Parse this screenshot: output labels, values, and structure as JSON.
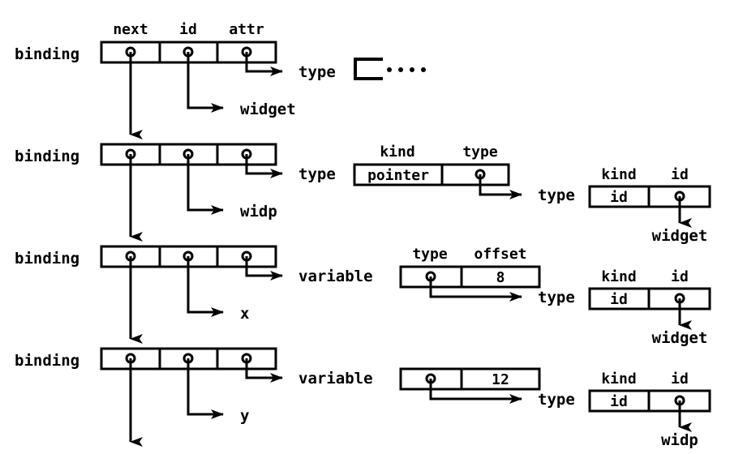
{
  "diagram": {
    "title": "binding list with type and variable records",
    "colors": {
      "stroke": "#000000",
      "background": "#ffffff"
    },
    "labels": {
      "binding": "binding",
      "type": "type",
      "variable": "variable",
      "kind": "kind",
      "id": "id",
      "attr": "attr",
      "next": "next",
      "offset": "offset",
      "pointer": "pointer",
      "ellipsis": "...."
    },
    "rows": [
      {
        "name": "row-1",
        "binding_label": "binding",
        "headers": [
          "next",
          "id",
          "attr"
        ],
        "id_target": "widget",
        "attr_arrow_label": "type",
        "attr_target": {
          "kind": "open-box",
          "contents": "...."
        }
      },
      {
        "name": "row-2",
        "binding_label": "binding",
        "headers": [
          "",
          "",
          ""
        ],
        "id_target": "widp",
        "attr_arrow_label": "type",
        "attr_target": {
          "kind": "record",
          "headers": [
            "kind",
            "type"
          ],
          "cells": [
            "pointer",
            "*"
          ],
          "link_label": "type",
          "link_target": {
            "headers": [
              "kind",
              "id"
            ],
            "cells": [
              "id",
              "*"
            ],
            "down_label": "widget"
          }
        }
      },
      {
        "name": "row-3",
        "binding_label": "binding",
        "headers": [
          "",
          "",
          ""
        ],
        "id_target": "x",
        "attr_arrow_label": "variable",
        "attr_target": {
          "kind": "record",
          "headers": [
            "type",
            "offset"
          ],
          "cells": [
            "*",
            "8"
          ],
          "link_label": "type",
          "link_target": {
            "headers": [
              "kind",
              "id"
            ],
            "cells": [
              "id",
              "*"
            ],
            "down_label": "widget"
          }
        }
      },
      {
        "name": "row-4",
        "binding_label": "binding",
        "headers": [
          "",
          "",
          ""
        ],
        "id_target": "y",
        "attr_arrow_label": "variable",
        "attr_target": {
          "kind": "record",
          "headers": [
            "",
            ""
          ],
          "cells": [
            "*",
            "12"
          ],
          "link_label": "type",
          "link_target": {
            "headers": [
              "kind",
              "id"
            ],
            "cells": [
              "id",
              "*"
            ],
            "down_label": "widp"
          }
        }
      }
    ],
    "text_nodes": {
      "binding1": "binding",
      "binding2": "binding",
      "binding3": "binding",
      "binding4": "binding",
      "hdr_next": "next",
      "hdr_id": "id",
      "hdr_attr": "attr",
      "r1_type": "type",
      "r1_widget": "widget",
      "r2_type": "type",
      "r2_widp": "widp",
      "r2_kind": "kind",
      "r2_typehdr": "type",
      "r2_pointer": "pointer",
      "r2_link_type": "type",
      "r2_kind2": "kind",
      "r2_id2": "id",
      "r2_idcell": "id",
      "r2_widget": "widget",
      "r3_variable": "variable",
      "r3_x": "x",
      "r3_typehdr": "type",
      "r3_offsethdr": "offset",
      "r3_offset": "8",
      "r3_link_type": "type",
      "r3_kind2": "kind",
      "r3_id2": "id",
      "r3_idcell": "id",
      "r3_widget": "widget",
      "r4_variable": "variable",
      "r4_y": "y",
      "r4_offset": "12",
      "r4_link_type": "type",
      "r4_kind2": "kind",
      "r4_id2": "id",
      "r4_idcell": "id",
      "r4_widp": "widp"
    }
  }
}
